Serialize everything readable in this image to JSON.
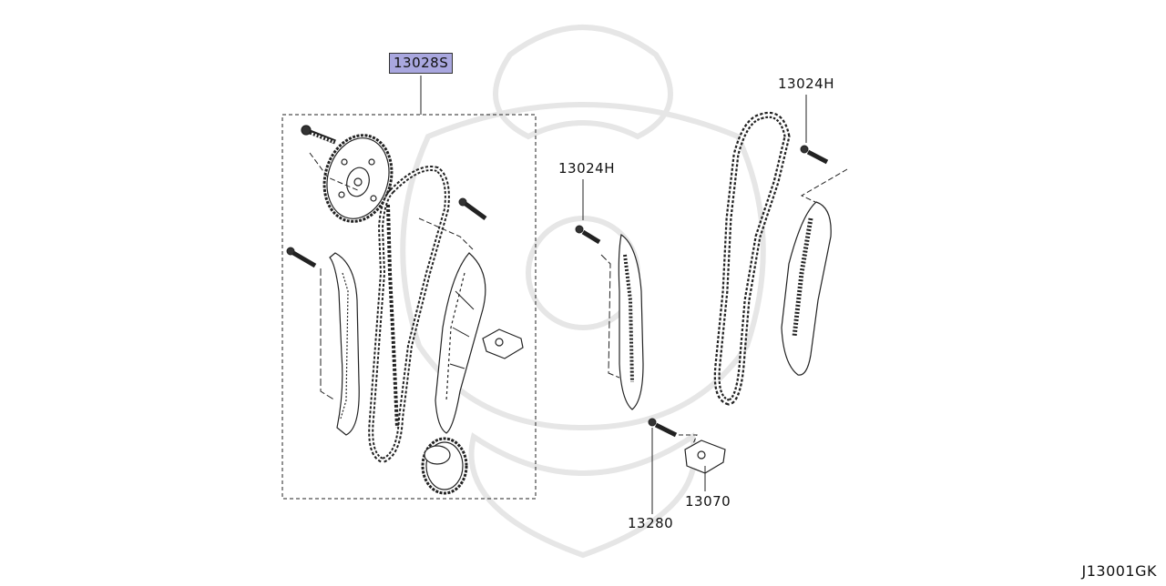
{
  "callouts": {
    "highlighted": "13028S",
    "chain_guide_upper_right": "13024H",
    "chain_guide_middle": "13024H",
    "bolt": "13280",
    "tensioner": "13070"
  },
  "diagram_id": "J13001GK",
  "colors": {
    "highlight_fill": "#a9a7df",
    "line": "#222222",
    "watermark": "#e8e8e8"
  }
}
